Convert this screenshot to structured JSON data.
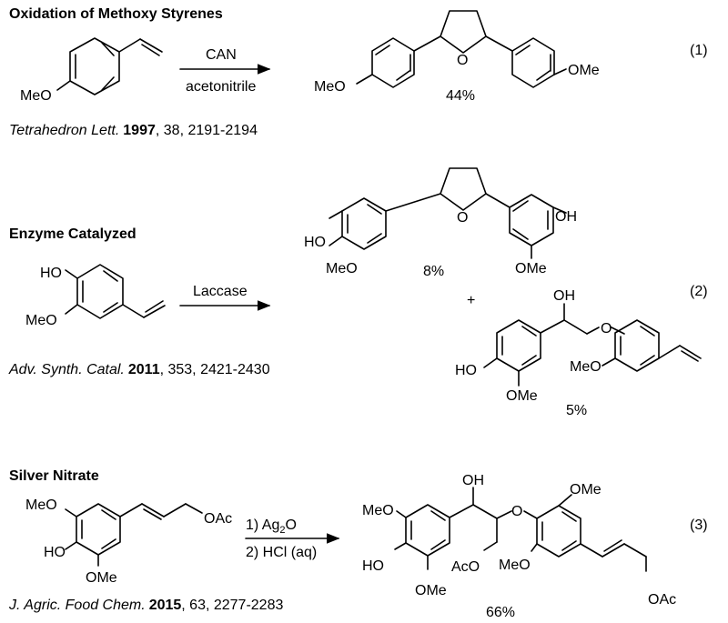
{
  "section1": {
    "title": "Oxidation of Methoxy Styrenes",
    "reagent_top": "CAN",
    "reagent_bottom": "acetonitrile",
    "reactant_label": "MeO",
    "product_left": "MeO",
    "product_right": "OMe",
    "ring_o": "O",
    "yield": "44%",
    "eq_number": "(1)",
    "ref_journal": "Tetrahedron Lett.",
    "ref_year": "1997",
    "ref_rest": ", 38, 2191-2194"
  },
  "section2": {
    "title": "Enzyme Catalyzed",
    "reagent_top": "Laccase",
    "reactant_ho": "HO",
    "reactant_meo": "MeO",
    "p1_ho_left": "HO",
    "p1_meo_left": "MeO",
    "p1_ring_o": "O",
    "p1_oh_right": "OH",
    "p1_ome_right": "OMe",
    "p1_yield": "8%",
    "plus": "+",
    "p2_oh": "OH",
    "p2_o": "O",
    "p2_ho": "HO",
    "p2_ome": "OMe",
    "p2_meo": "MeO",
    "p2_yield": "5%",
    "eq_number": "(2)",
    "ref_journal": "Adv. Synth. Catal.",
    "ref_year": "2011",
    "ref_rest": ", 353, 2421-2430"
  },
  "section3": {
    "title": "Silver Nitrate",
    "reagent_line1_pre": "1) Ag",
    "reagent_line1_sub": "2",
    "reagent_line1_post": "O",
    "reagent_line2": "2) HCl (aq)",
    "reactant_meo": "MeO",
    "reactant_ho": "HO",
    "reactant_ome": "OMe",
    "reactant_oac": "OAc",
    "p_meo_top": "MeO",
    "p_ho": "HO",
    "p_ome_bottom": "OMe",
    "p_oh": "OH",
    "p_o": "O",
    "p_aco": "AcO",
    "p_ome_top_right": "OMe",
    "p_meo_right": "MeO",
    "p_oac": "OAc",
    "yield": "66%",
    "eq_number": "(3)",
    "ref_journal": "J. Agric. Food Chem.",
    "ref_year": "2015",
    "ref_rest": ", 63, 2277-2283"
  }
}
